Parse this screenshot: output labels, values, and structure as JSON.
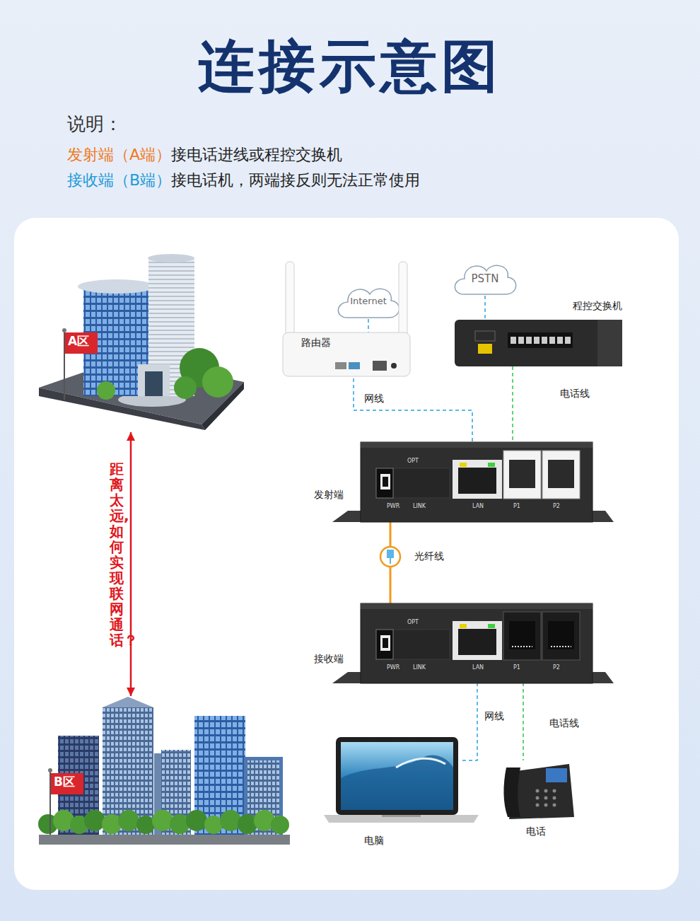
{
  "diagram": {
    "title": "连接示意图",
    "nodes": [
      {
        "text": [
          "A区"
        ]
      },
      {
        "text": [
          "Internet"
        ]
      },
      {
        "text": [
          "PSTN"
        ]
      },
      {
        "text": [
          "路由器"
        ]
      },
      {
        "text": [
          "程控交换机"
        ]
      },
      {
        "text": [
          "发射端",
          "OPT",
          "PWR",
          "LINK",
          "LAN",
          "P1",
          "P2"
        ]
      },
      {
        "text": [
          "接收端",
          "OPT",
          "PWR",
          "LINK",
          "LAN",
          "P1",
          "P2"
        ]
      },
      {
        "text": [
          "B区"
        ]
      },
      {
        "text": [
          "电脑"
        ]
      },
      {
        "text": [
          "电话"
        ]
      }
    ],
    "edges": [
      {
        "from": 0,
        "to": 7,
        "arrow": "both",
        "label": "距离太远,如何实现联网通话？"
      },
      {
        "from": 1,
        "to": 3,
        "arrow": "none"
      },
      {
        "from": 2,
        "to": 4,
        "arrow": "none"
      },
      {
        "from": 3,
        "to": 5,
        "arrow": "none",
        "label": "网线"
      },
      {
        "from": 4,
        "to": 5,
        "arrow": "none",
        "label": "电话线"
      },
      {
        "from": 5,
        "to": 6,
        "arrow": "none",
        "label": "光纤线"
      },
      {
        "from": 6,
        "to": 8,
        "arrow": "none",
        "label": "网线"
      },
      {
        "from": 6,
        "to": 9,
        "arrow": "none",
        "label": "电话线"
      }
    ],
    "labels": [
      "说明：",
      "发射端（A端）",
      "接电话进线或程控交换机",
      "接收端（B端）",
      "接电话机，两端接反则无法正常使用"
    ]
  }
}
